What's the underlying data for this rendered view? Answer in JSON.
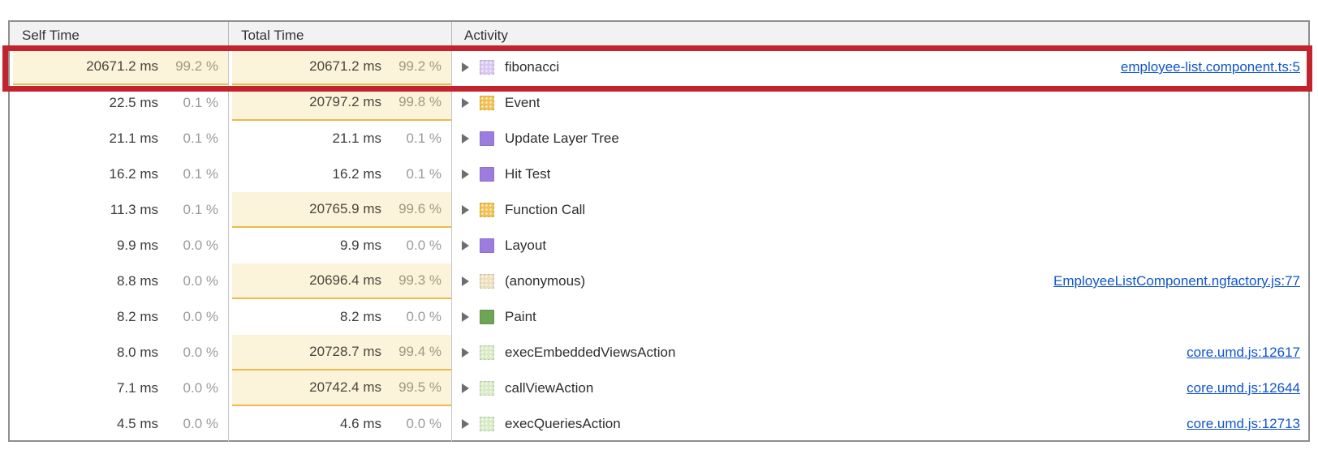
{
  "header": {
    "columns": [
      "Self Time",
      "Total Time",
      "Activity"
    ]
  },
  "rows": [
    {
      "self_ms": "20671.2 ms",
      "self_pct": "99.2 %",
      "self_hl": true,
      "total_ms": "20671.2 ms",
      "total_pct": "99.2 %",
      "total_hl": true,
      "activity": "fibonacci",
      "link": "employee-list.component.ts:5",
      "icon": {
        "name": "scripting-category-icon",
        "color": "#d9c7f2",
        "pattern": true
      },
      "annotated": true
    },
    {
      "self_ms": "22.5 ms",
      "self_pct": "0.1 %",
      "self_hl": false,
      "total_ms": "20797.2 ms",
      "total_pct": "99.8 %",
      "total_hl": true,
      "activity": "Event",
      "link": "",
      "icon": {
        "name": "event-category-icon",
        "color": "#f0c253",
        "pattern": true
      },
      "annotated": false
    },
    {
      "self_ms": "21.1 ms",
      "self_pct": "0.1 %",
      "self_hl": false,
      "total_ms": "21.1 ms",
      "total_pct": "0.1 %",
      "total_hl": false,
      "activity": "Update Layer Tree",
      "link": "",
      "icon": {
        "name": "rendering-category-icon",
        "color": "#9d7ce0",
        "pattern": false
      },
      "annotated": false
    },
    {
      "self_ms": "16.2 ms",
      "self_pct": "0.1 %",
      "self_hl": false,
      "total_ms": "16.2 ms",
      "total_pct": "0.1 %",
      "total_hl": false,
      "activity": "Hit Test",
      "link": "",
      "icon": {
        "name": "rendering-category-icon",
        "color": "#9d7ce0",
        "pattern": false
      },
      "annotated": false
    },
    {
      "self_ms": "11.3 ms",
      "self_pct": "0.1 %",
      "self_hl": false,
      "total_ms": "20765.9 ms",
      "total_pct": "99.6 %",
      "total_hl": true,
      "activity": "Function Call",
      "link": "",
      "icon": {
        "name": "scripting-category-icon",
        "color": "#f0c253",
        "pattern": true
      },
      "annotated": false
    },
    {
      "self_ms": "9.9 ms",
      "self_pct": "0.0 %",
      "self_hl": false,
      "total_ms": "9.9 ms",
      "total_pct": "0.0 %",
      "total_hl": false,
      "activity": "Layout",
      "link": "",
      "icon": {
        "name": "rendering-category-icon",
        "color": "#9d7ce0",
        "pattern": false
      },
      "annotated": false
    },
    {
      "self_ms": "8.8 ms",
      "self_pct": "0.0 %",
      "self_hl": false,
      "total_ms": "20696.4 ms",
      "total_pct": "99.3 %",
      "total_hl": true,
      "activity": "(anonymous)",
      "link": "EmployeeListComponent.ngfactory.js:77",
      "icon": {
        "name": "script-category-icon",
        "color": "#ece0bd",
        "pattern": true
      },
      "annotated": false
    },
    {
      "self_ms": "8.2 ms",
      "self_pct": "0.0 %",
      "self_hl": false,
      "total_ms": "8.2 ms",
      "total_pct": "0.0 %",
      "total_hl": false,
      "activity": "Paint",
      "link": "",
      "icon": {
        "name": "painting-category-icon",
        "color": "#6da554",
        "pattern": false
      },
      "annotated": false
    },
    {
      "self_ms": "8.0 ms",
      "self_pct": "0.0 %",
      "self_hl": false,
      "total_ms": "20728.7 ms",
      "total_pct": "99.4 %",
      "total_hl": true,
      "activity": "execEmbeddedViewsAction",
      "link": "core.umd.js:12617",
      "icon": {
        "name": "script-category-icon",
        "color": "#d8eac6",
        "pattern": true
      },
      "annotated": false
    },
    {
      "self_ms": "7.1 ms",
      "self_pct": "0.0 %",
      "self_hl": false,
      "total_ms": "20742.4 ms",
      "total_pct": "99.5 %",
      "total_hl": true,
      "activity": "callViewAction",
      "link": "core.umd.js:12644",
      "icon": {
        "name": "script-category-icon",
        "color": "#d8eac6",
        "pattern": true
      },
      "annotated": false
    },
    {
      "self_ms": "4.5 ms",
      "self_pct": "0.0 %",
      "self_hl": false,
      "total_ms": "4.6 ms",
      "total_pct": "0.0 %",
      "total_hl": false,
      "activity": "execQueriesAction",
      "link": "core.umd.js:12713",
      "icon": {
        "name": "script-category-icon",
        "color": "#d8eac6",
        "pattern": true
      },
      "annotated": false
    }
  ],
  "colors": {
    "link_blue": "#1155cc",
    "heat_highlight_bg": "#fbf3da",
    "heat_highlight_underline": "#ecba4d",
    "annotation_red": "#c3232d",
    "header_bg": "#f2f2f2",
    "value_text": "#3c3c3c",
    "percent_text": "#9b9b9b"
  }
}
